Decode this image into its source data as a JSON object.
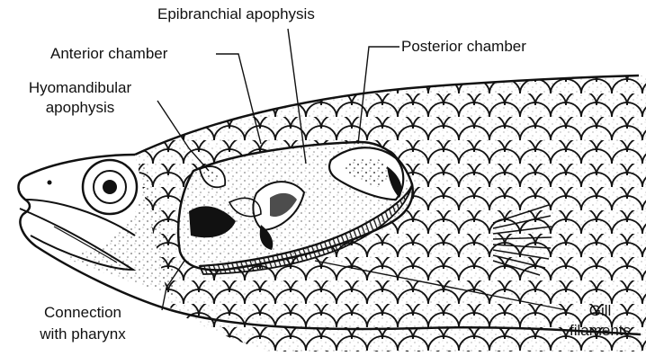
{
  "diagram": {
    "labels": {
      "epibranchial": "Epibranchial apophysis",
      "anterior": "Anterior chamber",
      "posterior": "Posterior chamber",
      "hyomandibular_line1": "Hyomandibular",
      "hyomandibular_line2": "apophysis",
      "connection_line1": "Connection",
      "connection_line2": "with pharynx",
      "gill_line1": "Gill",
      "gill_line2": "filaments"
    },
    "colors": {
      "ink": "#111111",
      "paper": "#ffffff"
    }
  }
}
